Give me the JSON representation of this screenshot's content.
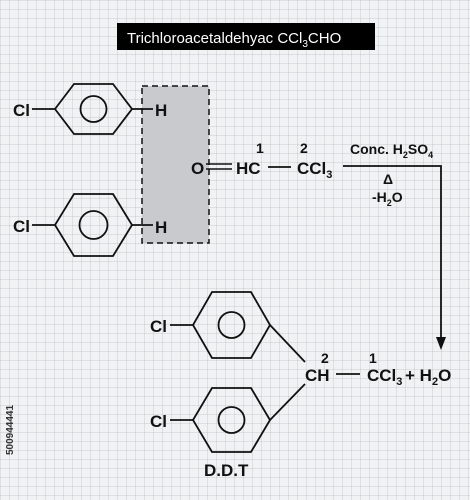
{
  "title": {
    "main": "Trichloroacetaldehyac CCl",
    "sub": "3",
    "tail": "CHO"
  },
  "labels": {
    "cl": "Cl",
    "h": "H",
    "o": "O",
    "hc": "HC",
    "ch": "CH",
    "ccl": "CCl",
    "sub3": "3",
    "plus_water": "+ H",
    "sub2": "2",
    "water_o": "O",
    "num1": "1",
    "num2": "2"
  },
  "reagent": {
    "line1": "Conc. H",
    "line1_sub1": "2",
    "line1_mid": "SO",
    "line1_sub2": "4",
    "delta": "Δ",
    "line3": "-H",
    "line3_sub": "2",
    "line3_tail": "O"
  },
  "product_name": "D.D.T",
  "watermark": "500944441",
  "colors": {
    "highlight": "#c8cacd",
    "ink": "#111111",
    "title_bg": "#000000",
    "title_fg": "#ffffff"
  }
}
